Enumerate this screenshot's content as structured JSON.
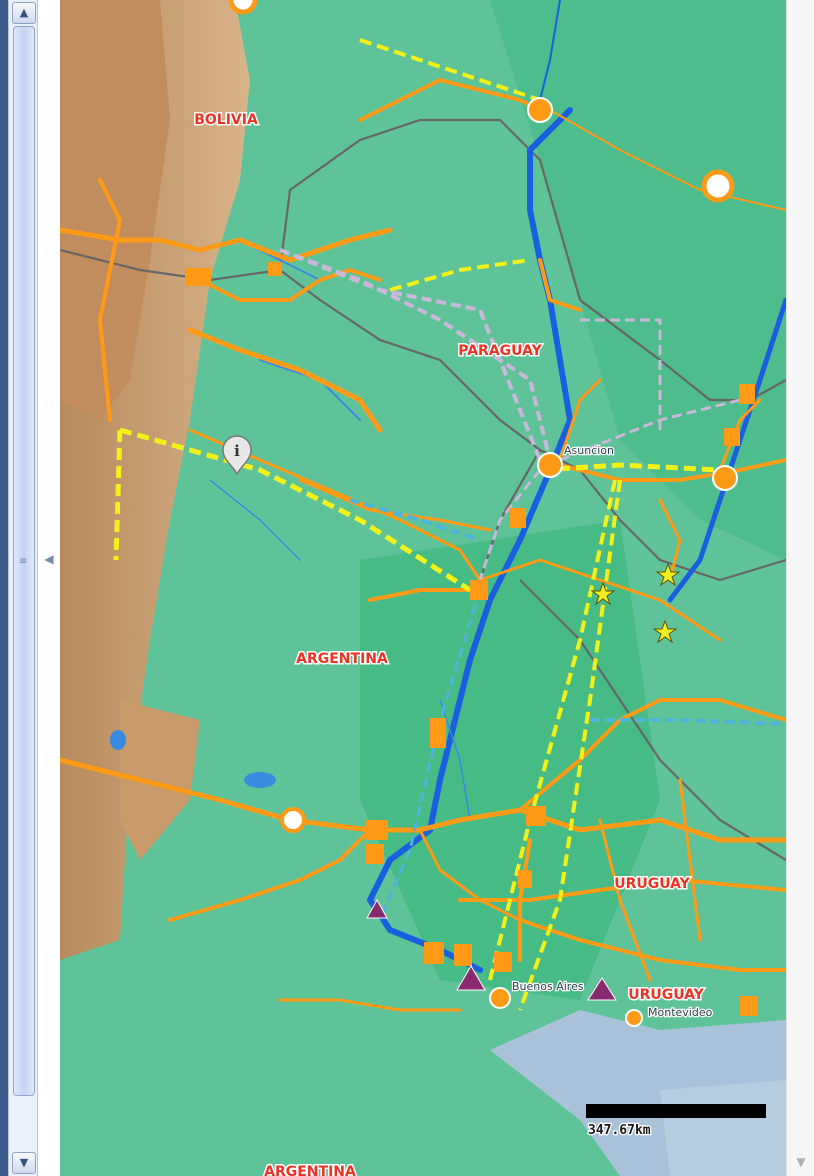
{
  "map": {
    "country_labels": [
      "BOLIVIA",
      "PARAGUAY",
      "ARGENTINA",
      "URUGUAY",
      "URUGUAY",
      "ARGENTINA"
    ],
    "city_labels": [
      "Asuncion",
      "Buenos Aires",
      "Montevideo"
    ],
    "scale_label": "347.67km",
    "colors": {
      "land": "#5fc39a",
      "lowland": "#3fba86",
      "highland": "#c99a6a",
      "sea": "#a9c2da",
      "road": "#ff9a16",
      "river": "#1a5fe0",
      "border": "#666666",
      "route_yellow": "#f2f21a",
      "route_lilac": "#c9b8d8",
      "route_cyan": "#4fb5d8",
      "star": "#f2ee1e",
      "triangle": "#8a2a6e"
    }
  },
  "ui": {
    "scroll_up_icon": "▲",
    "scroll_down_icon": "▼",
    "grip_icon": "≡",
    "collapse_icon": "◀",
    "right_down_icon": "▼"
  }
}
